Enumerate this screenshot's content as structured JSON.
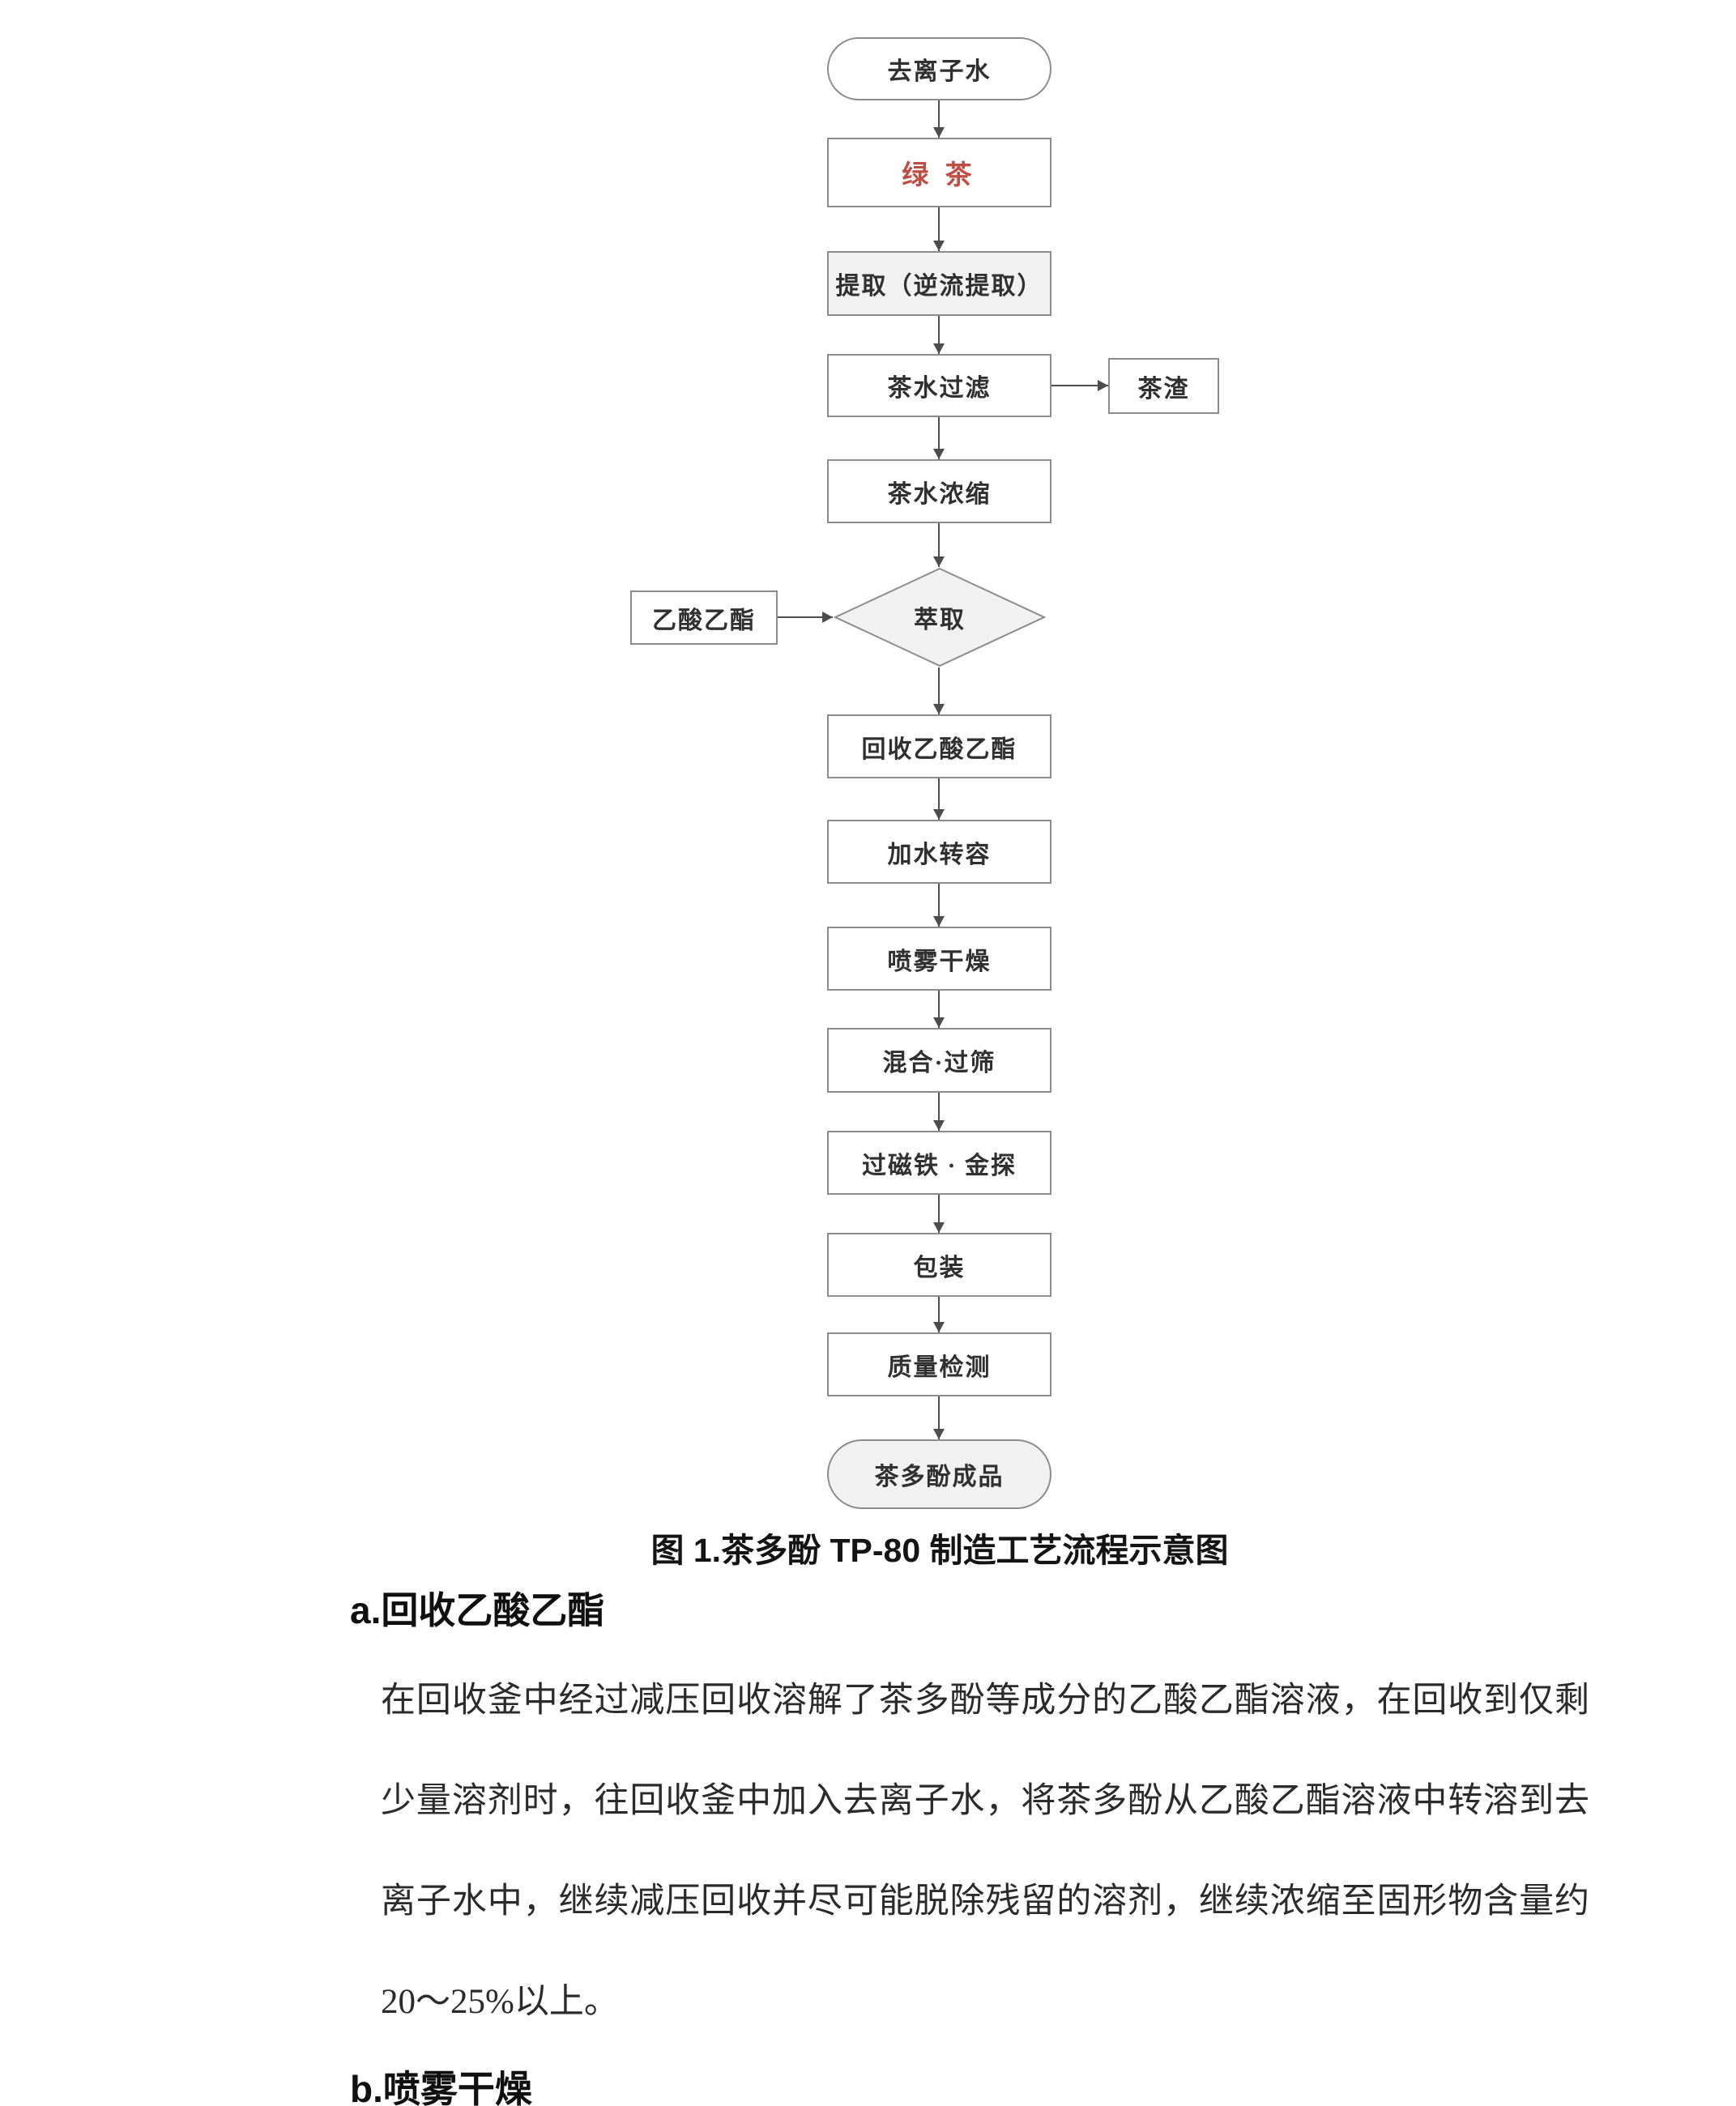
{
  "figure": {
    "caption": "图 1.茶多酚 TP-80 制造工艺流程示意图",
    "nodes": [
      {
        "id": "deionized-water",
        "label": "去离子水"
      },
      {
        "id": "green-tea",
        "label": "绿 茶"
      },
      {
        "id": "extraction",
        "label": "提取（逆流提取）"
      },
      {
        "id": "tea-filtration",
        "label": "茶水过滤"
      },
      {
        "id": "tea-residue",
        "label": "茶渣"
      },
      {
        "id": "tea-concentration",
        "label": "茶水浓缩"
      },
      {
        "id": "solvent-extraction",
        "label": "萃取"
      },
      {
        "id": "ethyl-acetate",
        "label": "乙酸乙酯"
      },
      {
        "id": "recover-ethyl-acetate",
        "label": "回收乙酸乙酯"
      },
      {
        "id": "add-water-transfer",
        "label": "加水转容"
      },
      {
        "id": "spray-drying",
        "label": "喷雾干燥"
      },
      {
        "id": "mixing-sieving",
        "label": "混合·过筛"
      },
      {
        "id": "magnet-metal-detect",
        "label": "过磁铁 · 金探"
      },
      {
        "id": "packaging",
        "label": "包装"
      },
      {
        "id": "quality-inspection",
        "label": "质量检测"
      },
      {
        "id": "tea-polyphenol-product",
        "label": "茶多酚成品"
      }
    ],
    "colors": {
      "green_tea_text": "#bf4d42",
      "node_border": "#8c8c8c",
      "arrow": "#4d4d4d",
      "shaded_fill": "#f1f1f1"
    }
  },
  "sections": {
    "a": {
      "heading": "a.回收乙酸乙酯",
      "body": "在回收釜中经过减压回收溶解了茶多酚等成分的乙酸乙酯溶液，在回收到仅剩少量溶剂时，往回收釜中加入去离子水，将茶多酚从乙酸乙酯溶液中转溶到去离子水中，继续减压回收并尽可能脱除残留的溶剂，继续浓缩至固形物含量约 20～25%以上。"
    },
    "b": {
      "heading": "b.喷雾干燥"
    }
  }
}
